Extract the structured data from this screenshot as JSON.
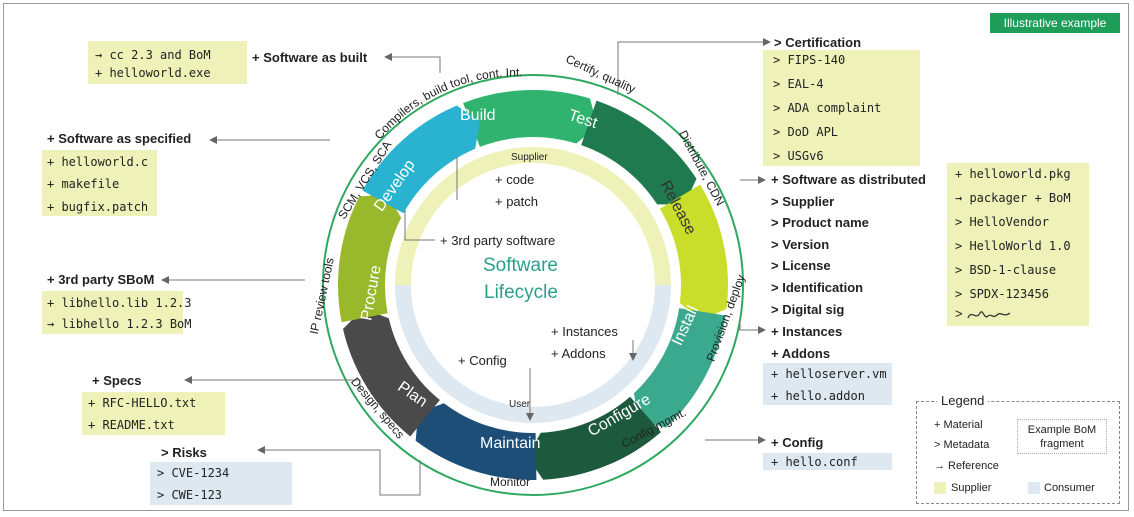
{
  "badge": "Illustrative example",
  "center": {
    "line1": "Software",
    "line2": "Lifecycle",
    "supplier": "Supplier",
    "user": "User",
    "code": "+ code",
    "patch": "+ patch",
    "third_party": "+ 3rd party software",
    "instances": "+ Instances",
    "addons": "+ Addons",
    "config": "+ Config"
  },
  "phases": [
    "Build",
    "Test",
    "Release",
    "Install",
    "Configure",
    "Maintain",
    "Plan",
    "Procure",
    "Develop"
  ],
  "phase_colors": [
    "#2fb36e",
    "#1f7a4f",
    "#c9de2a",
    "#3aa98d",
    "#1d5a3d",
    "#1c4e78",
    "#4a4a4a",
    "#9ab82c",
    "#2ab3d0"
  ],
  "outer_labels": {
    "build_tools": "Compilers, build tool, cont. Int.",
    "certify": "Certify, quality",
    "distribute": "Distribute, CDN",
    "provision": "Provision, deploy",
    "config_mgmt": "Config mgmt.",
    "monitor": "Monitor",
    "design": "Design, specs",
    "ip_review": "IP review tools",
    "scm": "SCM, VCS, SCA"
  },
  "built": {
    "title": "+ Software as built",
    "items": [
      "cc 2.3 and BoM",
      "helloworld.exe"
    ]
  },
  "specified": {
    "title": "+ Software as specified",
    "items": [
      "helloworld.c",
      "makefile",
      "bugfix.patch"
    ]
  },
  "third_sbom": {
    "title": "+ 3rd party SBoM",
    "items": [
      "libhello.lib 1.2.3",
      "libhello 1.2.3 BoM"
    ]
  },
  "specs": {
    "title": "+ Specs",
    "items": [
      "RFC-HELLO.txt",
      "README.txt"
    ]
  },
  "risks": {
    "title": "> Risks",
    "items": [
      "CVE-1234",
      "CWE-123"
    ]
  },
  "certification": {
    "title": "> Certification",
    "items": [
      "FIPS-140",
      "EAL-4",
      "ADA complaint",
      "DoD APL",
      "USGv6"
    ]
  },
  "distributed": {
    "title": "+ Software as distributed",
    "fields": [
      "> Supplier",
      "> Product name",
      "> Version",
      "> License",
      "> Identification",
      "> Digital sig"
    ],
    "values": [
      "helloworld.pkg",
      "packager + BoM",
      "HelloVendor",
      "HelloWorld 1.0",
      "BSD-1-clause",
      "SPDX-123456",
      "Signed"
    ]
  },
  "instances": {
    "title": "+ Instances"
  },
  "addons": {
    "title": "+ Addons",
    "items": [
      "helloserver.vm",
      "hello.addon"
    ]
  },
  "config": {
    "title": "+ Config",
    "items": [
      "hello.conf"
    ]
  },
  "legend": {
    "title": "Legend",
    "material": "+  Material",
    "metadata": ">  Metadata",
    "reference": "→ Reference",
    "supplier": "Supplier",
    "consumer": "Consumer",
    "fragment": "Example BoM fragment"
  }
}
